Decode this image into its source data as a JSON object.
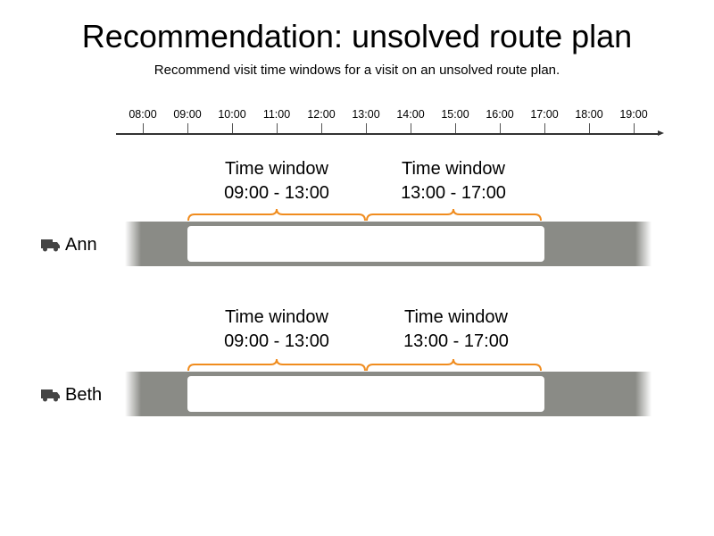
{
  "title": "Recommendation: unsolved route plan",
  "subtitle": "Recommend visit time windows for a visit on an unsolved route plan.",
  "timeline": {
    "ticks": [
      "08:00",
      "09:00",
      "10:00",
      "11:00",
      "12:00",
      "13:00",
      "14:00",
      "15:00",
      "16:00",
      "17:00",
      "18:00",
      "19:00"
    ]
  },
  "colors": {
    "brace": "#f08c1e",
    "track": "#8a8b86",
    "shift": "#ffffff"
  },
  "vehicles": [
    {
      "name": "Ann",
      "icon": "truck-icon",
      "time_windows": [
        {
          "label": "Time window",
          "range": "09:00 - 13:00"
        },
        {
          "label": "Time window",
          "range": "13:00 - 17:00"
        }
      ]
    },
    {
      "name": "Beth",
      "icon": "truck-icon",
      "time_windows": [
        {
          "label": "Time window",
          "range": "09:00 - 13:00"
        },
        {
          "label": "Time window",
          "range": "13:00 - 17:00"
        }
      ]
    }
  ]
}
